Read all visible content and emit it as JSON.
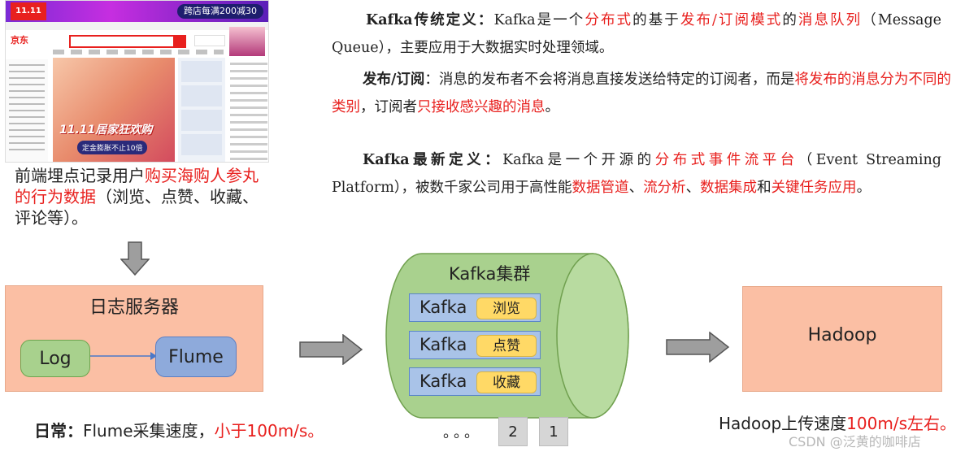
{
  "screenshot": {
    "banner_logo": "11.11",
    "banner_promo": "跨店每满200减30",
    "site_logo": "京东",
    "hero_title": "11.11居家狂欢购",
    "hero_badge": "定金膨胀不止10倍"
  },
  "left_caption": {
    "p1": "前端埋点记录用户",
    "p2": "购买海购人参丸的行为数据",
    "p3": "（浏览、点赞、收藏、评论等）。"
  },
  "definitions": {
    "traditional": {
      "label": "Kafka传统定义：",
      "t1": "Kafka是一个",
      "r1": "分布式",
      "t2": "的基于",
      "r2": "发布/订阅模式",
      "t3": "的",
      "r3": "消息队列",
      "t4": "（Message Queue），主要应用于大数据实时处理领域。"
    },
    "pubsub": {
      "label": "发布/订阅",
      "t1": "：消息的发布者不会将消息直接发送给特定的订阅者，而是",
      "r1": "将发布的消息分为不同的类别",
      "t2": "，订阅者",
      "r2": "只接收感兴趣的消息",
      "t3": "。"
    },
    "latest": {
      "label": "Kafka最新定义：",
      "t1": "Kafka是一个开源的",
      "r1": "分布式事件流平台",
      "t2": "（Event Streaming Platform），被数千家公司用于高性能",
      "r2": "数据管道",
      "s1": "、",
      "r3": "流分析",
      "s2": "、",
      "r4": "数据集成",
      "t3": "和",
      "r5": "关键任务应用",
      "t4": "。"
    }
  },
  "log_server": {
    "title": "日志服务器",
    "log": "Log",
    "flume": "Flume"
  },
  "kafka_cluster": {
    "title": "Kafka集群",
    "rows": [
      {
        "broker": "Kafka",
        "topic": "浏览"
      },
      {
        "broker": "Kafka",
        "topic": "点赞"
      },
      {
        "broker": "Kafka",
        "topic": "收藏"
      }
    ],
    "ellipsis": "。。。",
    "pages": [
      "2",
      "1"
    ]
  },
  "hadoop": {
    "label": "Hadoop"
  },
  "notes": {
    "left_bold": "日常：",
    "left_text": "Flume采集速度，",
    "left_red": "小于100m/s。",
    "right_text": "Hadoop上传速度",
    "right_red": "100m/s左右。"
  },
  "watermark": "CSDN @泛黄的咖啡店",
  "colors": {
    "accent_red": "#e8201e",
    "box_salmon": "#fbbfa4",
    "cylinder_green": "#a9d18e",
    "log_green": "#a8d18d",
    "flume_blue": "#8eaadb",
    "tag_yellow": "#ffd966"
  }
}
